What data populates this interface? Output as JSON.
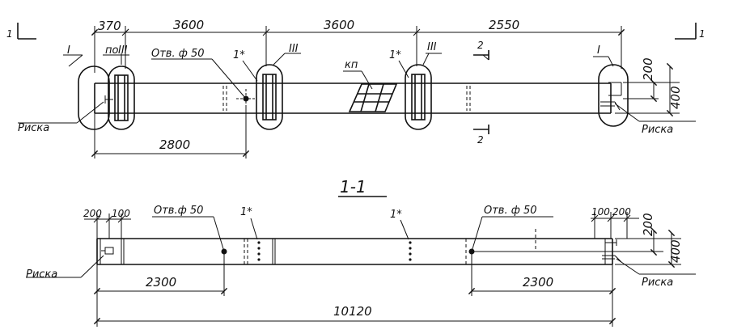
{
  "top_dims": {
    "d370": "370",
    "d3600a": "3600",
    "d3600b": "3600",
    "d2550": "2550"
  },
  "plan_dims": {
    "d2800": "2800",
    "d200": "200",
    "d400": "400"
  },
  "plan_labels": {
    "mark_I_left": "I",
    "mark_I_right": "I",
    "mark_III_a": "III",
    "po_III_prefix": "по",
    "po_III_mark": "III",
    "hole": "Отв. ф 50",
    "one_star_a": "1*",
    "one_star_b": "1*",
    "kp": "кп",
    "risk_left": "Риска",
    "risk_right": "Риска",
    "mark_III_b": "III",
    "mark_III_c": "III"
  },
  "section_marks": {
    "left": "1",
    "right": "1",
    "two_top": "2",
    "two_bottom": "2"
  },
  "section_title": "1-1",
  "elev_dims": {
    "d200l": "200",
    "d100l": "100",
    "d100r": "100",
    "d200r": "200",
    "d200v": "200",
    "d400v": "400",
    "d2300l": "2300",
    "d2300r": "2300",
    "d10120": "10120"
  },
  "elev_labels": {
    "hole_left": "Отв.ф 50",
    "hole_right": "Отв. ф 50",
    "one_star_a": "1*",
    "one_star_b": "1*",
    "risk_left": "Риска",
    "risk_right": "Риска"
  }
}
